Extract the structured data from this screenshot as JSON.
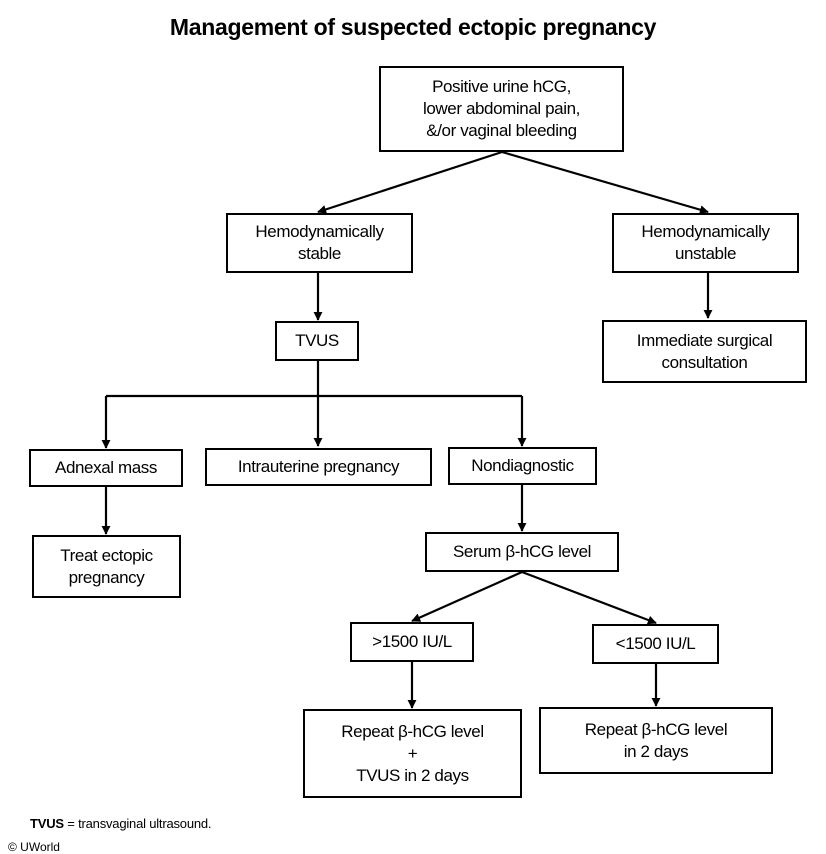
{
  "title": "Management of suspected ectopic pregnancy",
  "nodes": {
    "start": {
      "lines": [
        "Positive urine hCG,",
        "lower abdominal pain,",
        "&/or vaginal bleeding"
      ]
    },
    "stable": {
      "lines": [
        "Hemodynamically",
        "stable"
      ]
    },
    "unstable": {
      "lines": [
        "Hemodynamically",
        "unstable"
      ]
    },
    "tvus": {
      "lines": [
        "TVUS"
      ]
    },
    "surgical": {
      "lines": [
        "Immediate surgical",
        "consultation"
      ]
    },
    "adnexal": {
      "lines": [
        "Adnexal mass"
      ]
    },
    "intrauterine": {
      "lines": [
        "Intrauterine pregnancy"
      ]
    },
    "nondiagnostic": {
      "lines": [
        "Nondiagnostic"
      ]
    },
    "treat": {
      "lines": [
        "Treat ectopic",
        "pregnancy"
      ]
    },
    "serum": {
      "lines": [
        "Serum β-hCG level"
      ]
    },
    "above": {
      "lines": [
        ">1500 IU/L"
      ]
    },
    "below": {
      "lines": [
        "<1500 IU/L"
      ]
    },
    "repeat_tvus": {
      "lines": [
        "Repeat β-hCG level",
        "+",
        "TVUS in 2 days"
      ]
    },
    "repeat": {
      "lines": [
        "Repeat β-hCG level",
        "in 2 days"
      ]
    }
  },
  "footnote": {
    "abbr": "TVUS",
    "text": " = transvaginal ultrasound."
  },
  "copyright": "© UWorld"
}
